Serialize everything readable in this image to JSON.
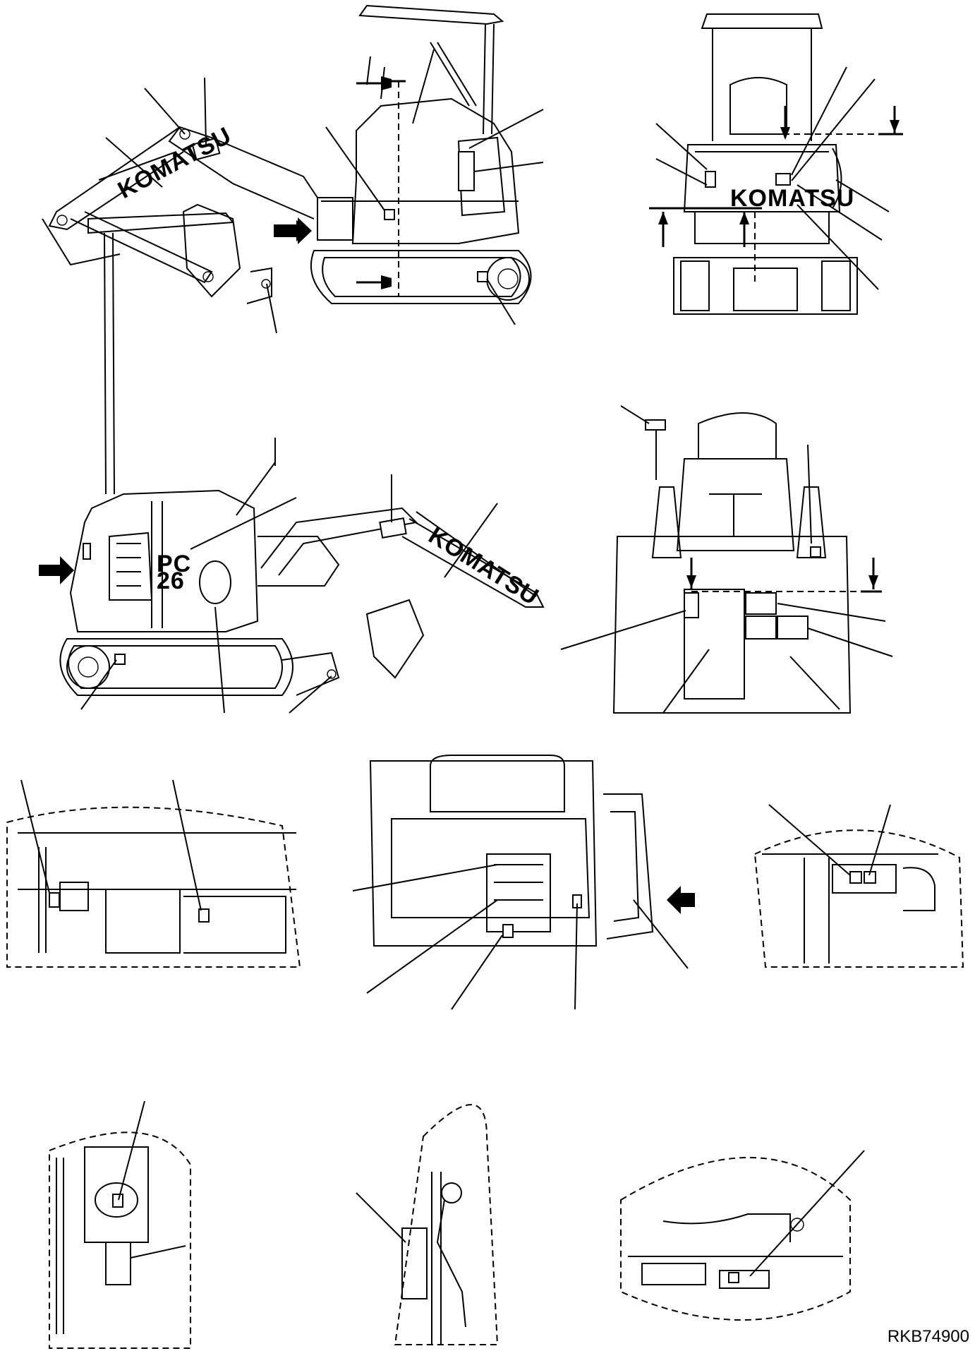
{
  "figure": {
    "drawing_code": "RKB74900",
    "brand_text": "KOMATSU",
    "model_text": "PC",
    "model_number": "26"
  }
}
